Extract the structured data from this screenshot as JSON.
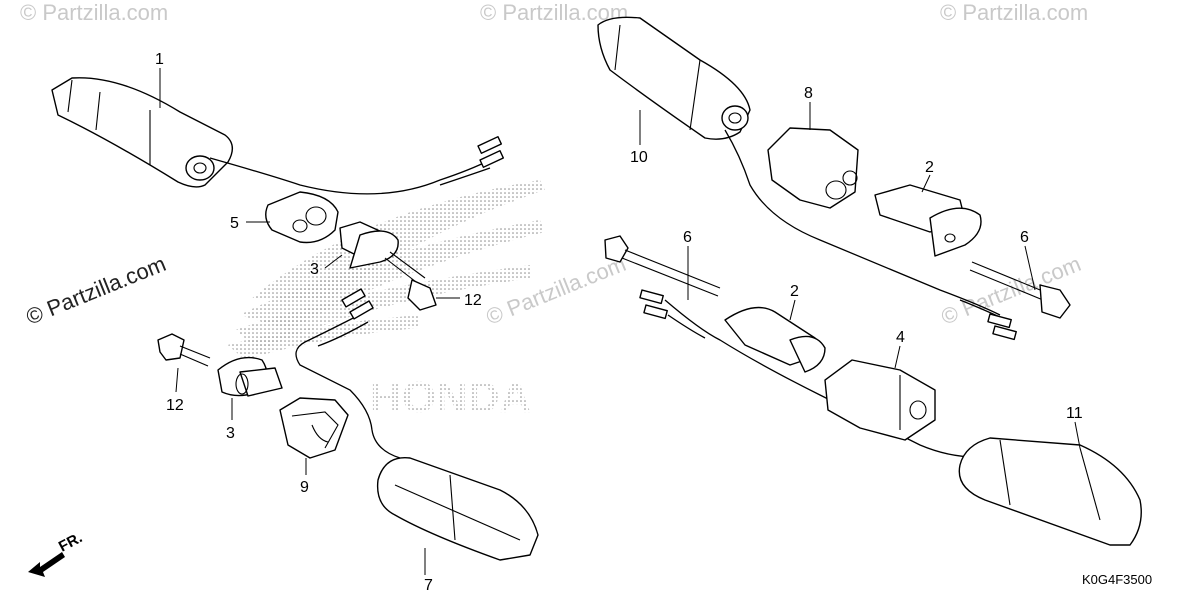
{
  "diagram": {
    "callouts": [
      {
        "id": "c1",
        "text": "1"
      },
      {
        "id": "c5",
        "text": "5"
      },
      {
        "id": "c3a",
        "text": "3"
      },
      {
        "id": "c12a",
        "text": "12"
      },
      {
        "id": "c12b",
        "text": "12"
      },
      {
        "id": "c3b",
        "text": "3"
      },
      {
        "id": "c9",
        "text": "9"
      },
      {
        "id": "c7",
        "text": "7"
      },
      {
        "id": "c10",
        "text": "10"
      },
      {
        "id": "c8",
        "text": "8"
      },
      {
        "id": "c2a",
        "text": "2"
      },
      {
        "id": "c6a",
        "text": "6"
      },
      {
        "id": "c6b",
        "text": "6"
      },
      {
        "id": "c2b",
        "text": "2"
      },
      {
        "id": "c4",
        "text": "4"
      },
      {
        "id": "c11",
        "text": "11"
      }
    ],
    "watermarks": {
      "main": "© Partzilla.com",
      "faint": "© Partzilla.com",
      "top": "© Partzilla.com"
    },
    "brand_mark": "HONDA",
    "direction_label": "FR.",
    "diagram_code": "K0G4F3500"
  }
}
